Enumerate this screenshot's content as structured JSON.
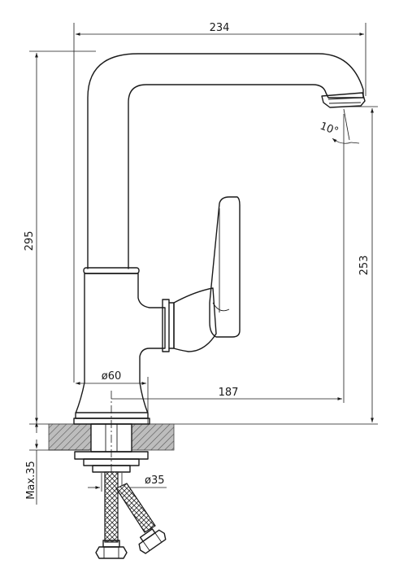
{
  "dimensions": {
    "overall_width": "234",
    "overall_height": "295",
    "spout_height": "253",
    "reach": "187",
    "spout_tilt": "10°",
    "base_diameter": "ø60",
    "hole_diameter": "ø35",
    "max_thickness": "Max.35"
  }
}
